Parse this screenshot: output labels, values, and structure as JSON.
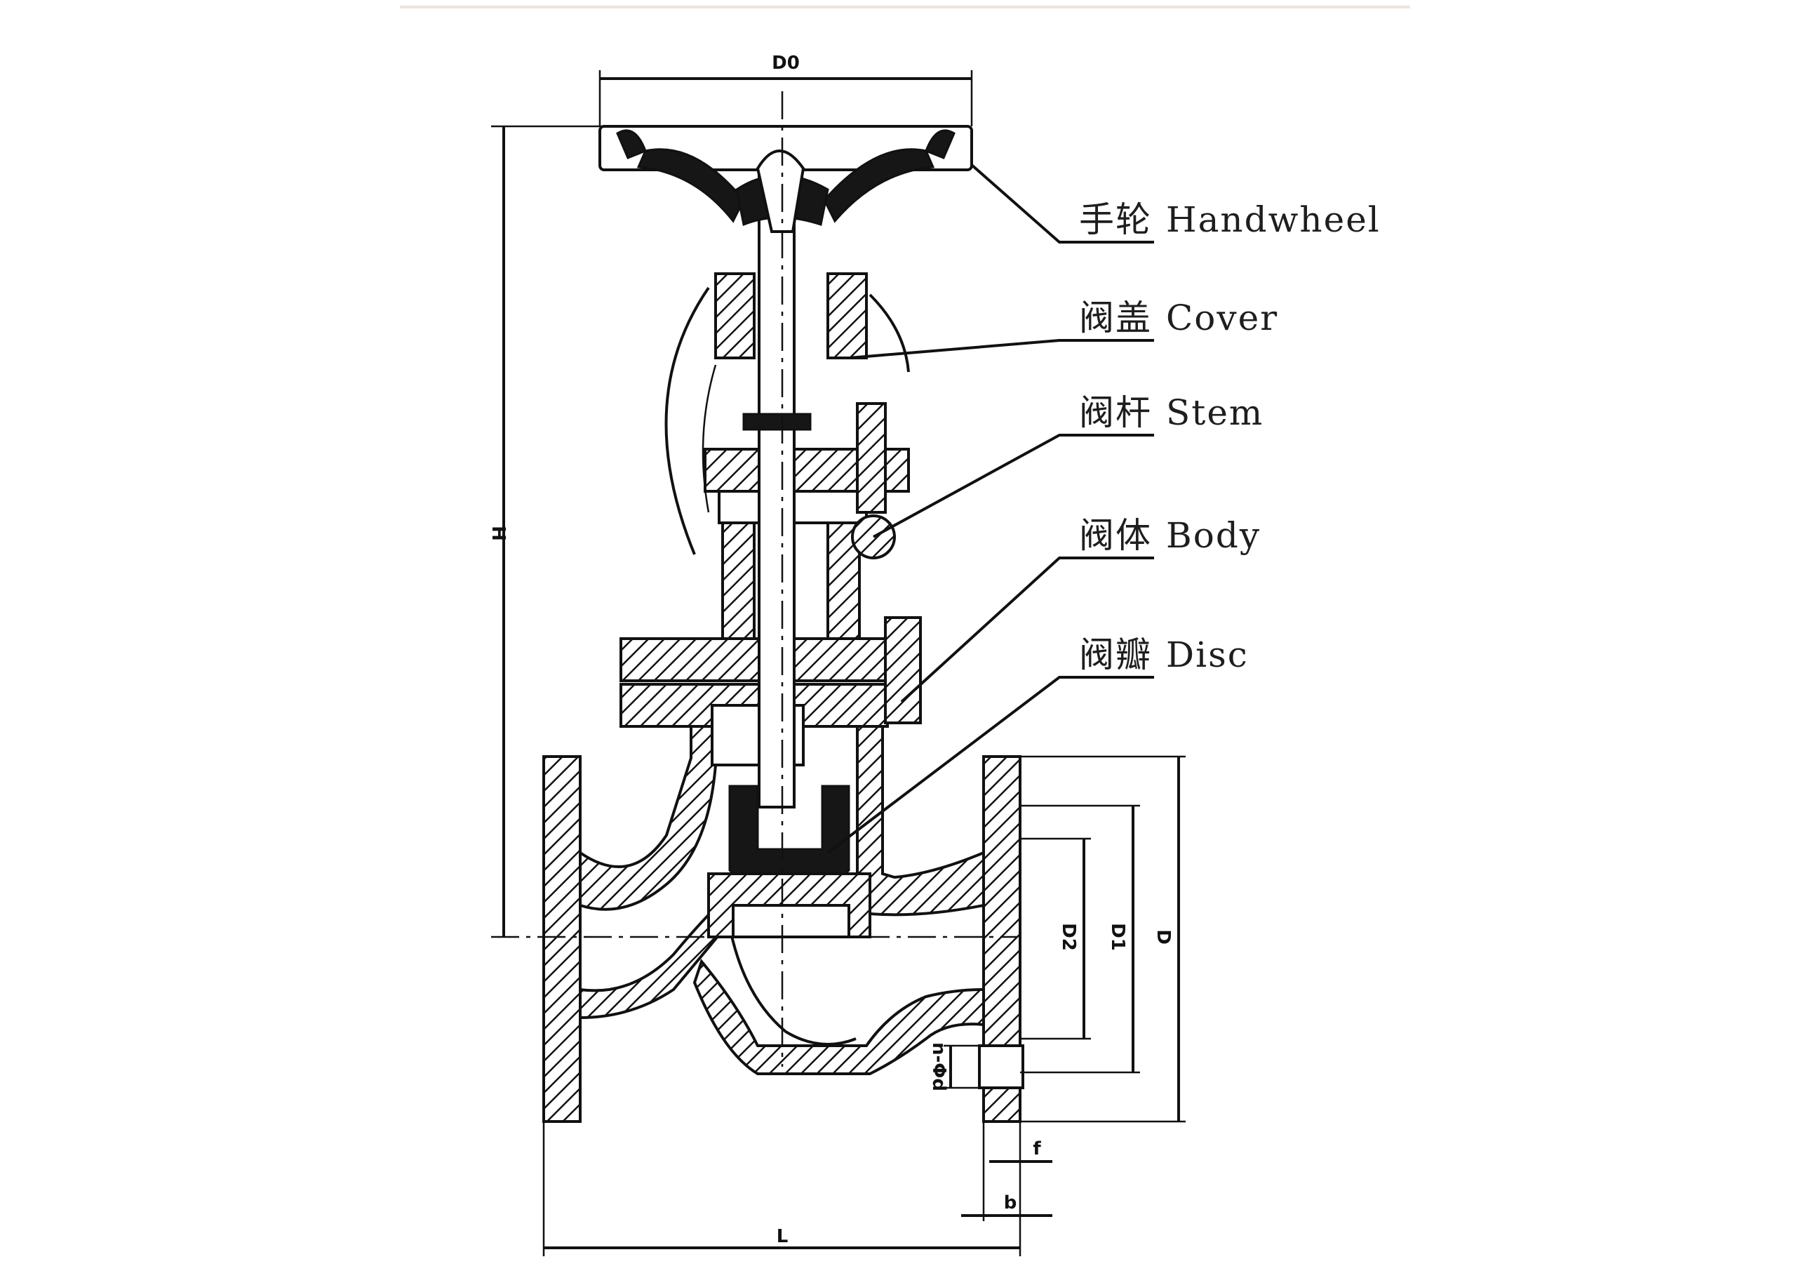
{
  "parts": [
    {
      "zh": "手轮",
      "en": "Handwheel"
    },
    {
      "zh": "阀盖",
      "en": "Cover"
    },
    {
      "zh": "阀杆",
      "en": "Stem"
    },
    {
      "zh": "阀体",
      "en": "Body"
    },
    {
      "zh": "阀瓣",
      "en": "Disc"
    }
  ],
  "dimensions": {
    "d0": "D0",
    "h": "H",
    "d2": "D2",
    "d1": "D1",
    "d": "D",
    "n_phi": "n-Φd",
    "f": "f",
    "b": "b",
    "l": "L"
  },
  "colors": {
    "line": "#111111",
    "background": "#ffffff"
  }
}
